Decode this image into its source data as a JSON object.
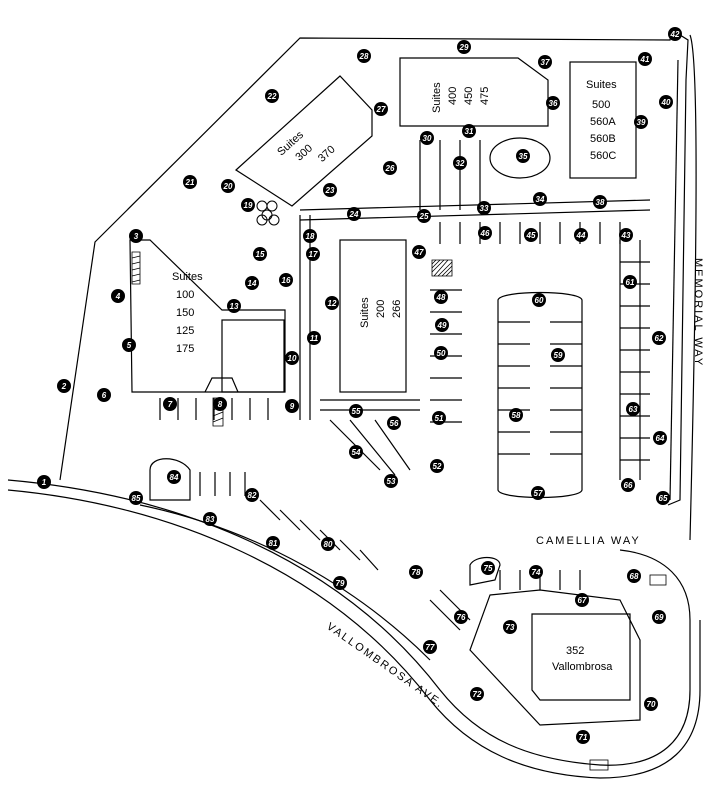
{
  "buildings": {
    "b100": {
      "suites": [
        "Suites",
        "100",
        "150",
        "125",
        "175"
      ]
    },
    "b300": {
      "suites": [
        "Suites",
        "300",
        "370"
      ]
    },
    "b400": {
      "suites": [
        "Suites",
        "400",
        "450",
        "475"
      ]
    },
    "b500": {
      "suites": [
        "Suites",
        "500",
        "560A",
        "560B",
        "560C"
      ]
    },
    "b200": {
      "suites": [
        "Suites",
        "200",
        "266"
      ]
    },
    "b352": {
      "lines": [
        "352",
        "Vallombrosa"
      ]
    }
  },
  "streets": {
    "memorial": "MEMORIAL WAY",
    "camellia": "CAMELLIA WAY",
    "vallombrosa": "VALLOMBROSA AVE."
  },
  "markers": [
    "1",
    "2",
    "3",
    "4",
    "5",
    "6",
    "7",
    "8",
    "9",
    "10",
    "11",
    "12",
    "13",
    "14",
    "15",
    "16",
    "17",
    "18",
    "19",
    "20",
    "21",
    "22",
    "23",
    "24",
    "25",
    "26",
    "27",
    "28",
    "29",
    "30",
    "31",
    "32",
    "33",
    "34",
    "35",
    "36",
    "37",
    "38",
    "39",
    "40",
    "41",
    "42",
    "43",
    "44",
    "45",
    "46",
    "47",
    "48",
    "49",
    "50",
    "51",
    "52",
    "53",
    "54",
    "55",
    "56",
    "57",
    "58",
    "59",
    "60",
    "61",
    "62",
    "63",
    "64",
    "65",
    "66",
    "67",
    "68",
    "69",
    "70",
    "71",
    "72",
    "73",
    "74",
    "75",
    "76",
    "77",
    "78",
    "79",
    "80",
    "81",
    "82",
    "83",
    "84",
    "85"
  ]
}
